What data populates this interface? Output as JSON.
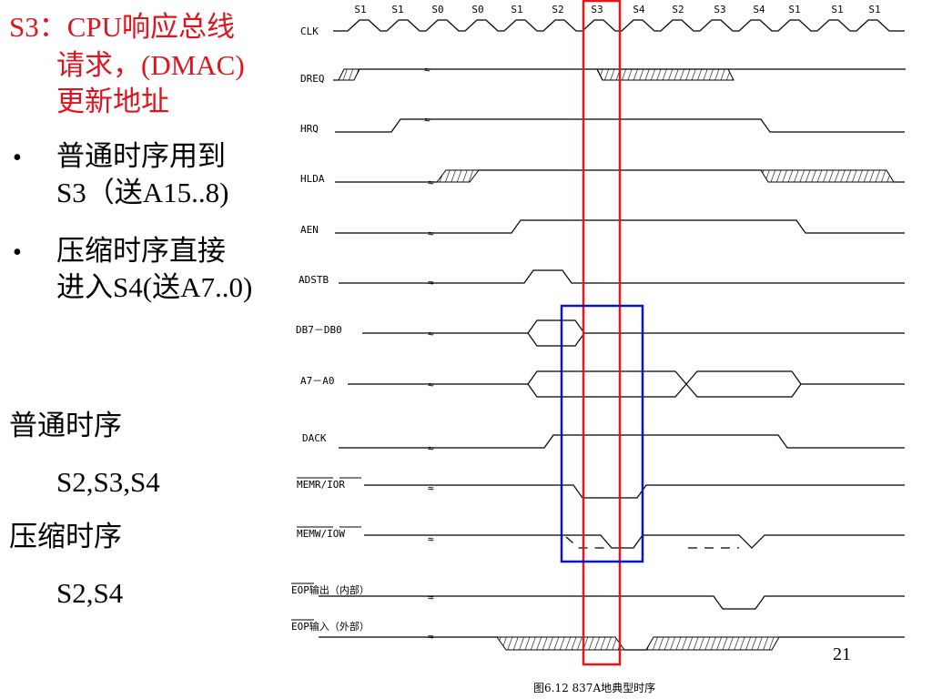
{
  "left_text": {
    "s3_line1": "S3：CPU响应总线",
    "s3_line2": "请求，(DMAC)",
    "s3_line3": "更新地址",
    "bullet_symbol": "•",
    "bullet1_line1": "普通时序用到",
    "bullet1_line2": "S3（送A15..8)",
    "bullet2_line1": "压缩时序直接",
    "bullet2_line2": "进入S4(送A7..0)",
    "normal_title": "普通时序",
    "normal_states": "S2,S3,S4",
    "compressed_title": "压缩时序",
    "compressed_states": "S2,S4"
  },
  "diagram": {
    "states": [
      "S1",
      "S1",
      "S0",
      "S0",
      "S1",
      "S2",
      "S3",
      "S4",
      "S2",
      "S3",
      "S4",
      "S1",
      "S1",
      "S1"
    ],
    "signals": [
      "CLK",
      "DREQ",
      "HRQ",
      "HLDA",
      "AEN",
      "ADSTB",
      "DB7－DB0",
      "A7－A0",
      "DACK",
      "MEMR/IOR",
      "MEMW/IOW",
      "EOP输出（内部）",
      "EOP输入（外部）"
    ],
    "caption": "图6.12  837A地典型时序",
    "page_number": "21",
    "colors": {
      "red_box": "#e8141c",
      "blue_box": "#0a14c8"
    }
  }
}
